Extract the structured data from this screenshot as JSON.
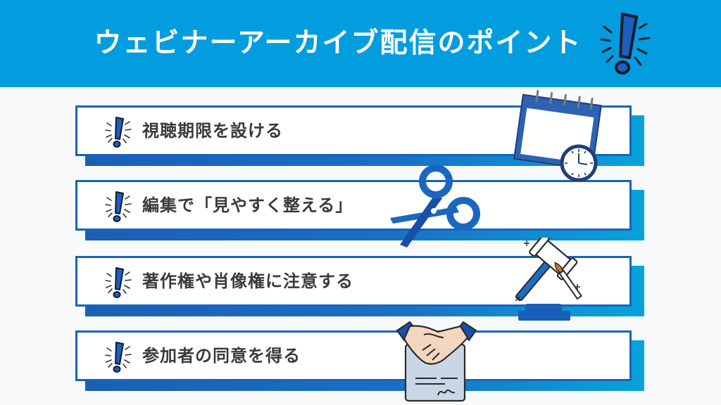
{
  "header": {
    "title": "ウェビナーアーカイブ配信のポイント",
    "icon": "exclamation-icon"
  },
  "colors": {
    "header_bg": "#019ddf",
    "box_border": "#1664bf",
    "shadow_start": "#1a5fb4",
    "shadow_end": "#08a3db",
    "text": "#3a3a3a",
    "page_bg": "#f7f9fb"
  },
  "items": [
    {
      "label": "視聴期限を設ける",
      "icon": "exclamation-icon",
      "illustration": "calendar-clock-icon"
    },
    {
      "label": "編集で「見やすく整える」",
      "icon": "exclamation-icon",
      "illustration": "scissors-icon"
    },
    {
      "label": "著作権や肖像権に注意する",
      "icon": "exclamation-icon",
      "illustration": "gavel-brush-icon"
    },
    {
      "label": "参加者の同意を得る",
      "icon": "exclamation-icon",
      "illustration": "handshake-contract-icon"
    }
  ]
}
